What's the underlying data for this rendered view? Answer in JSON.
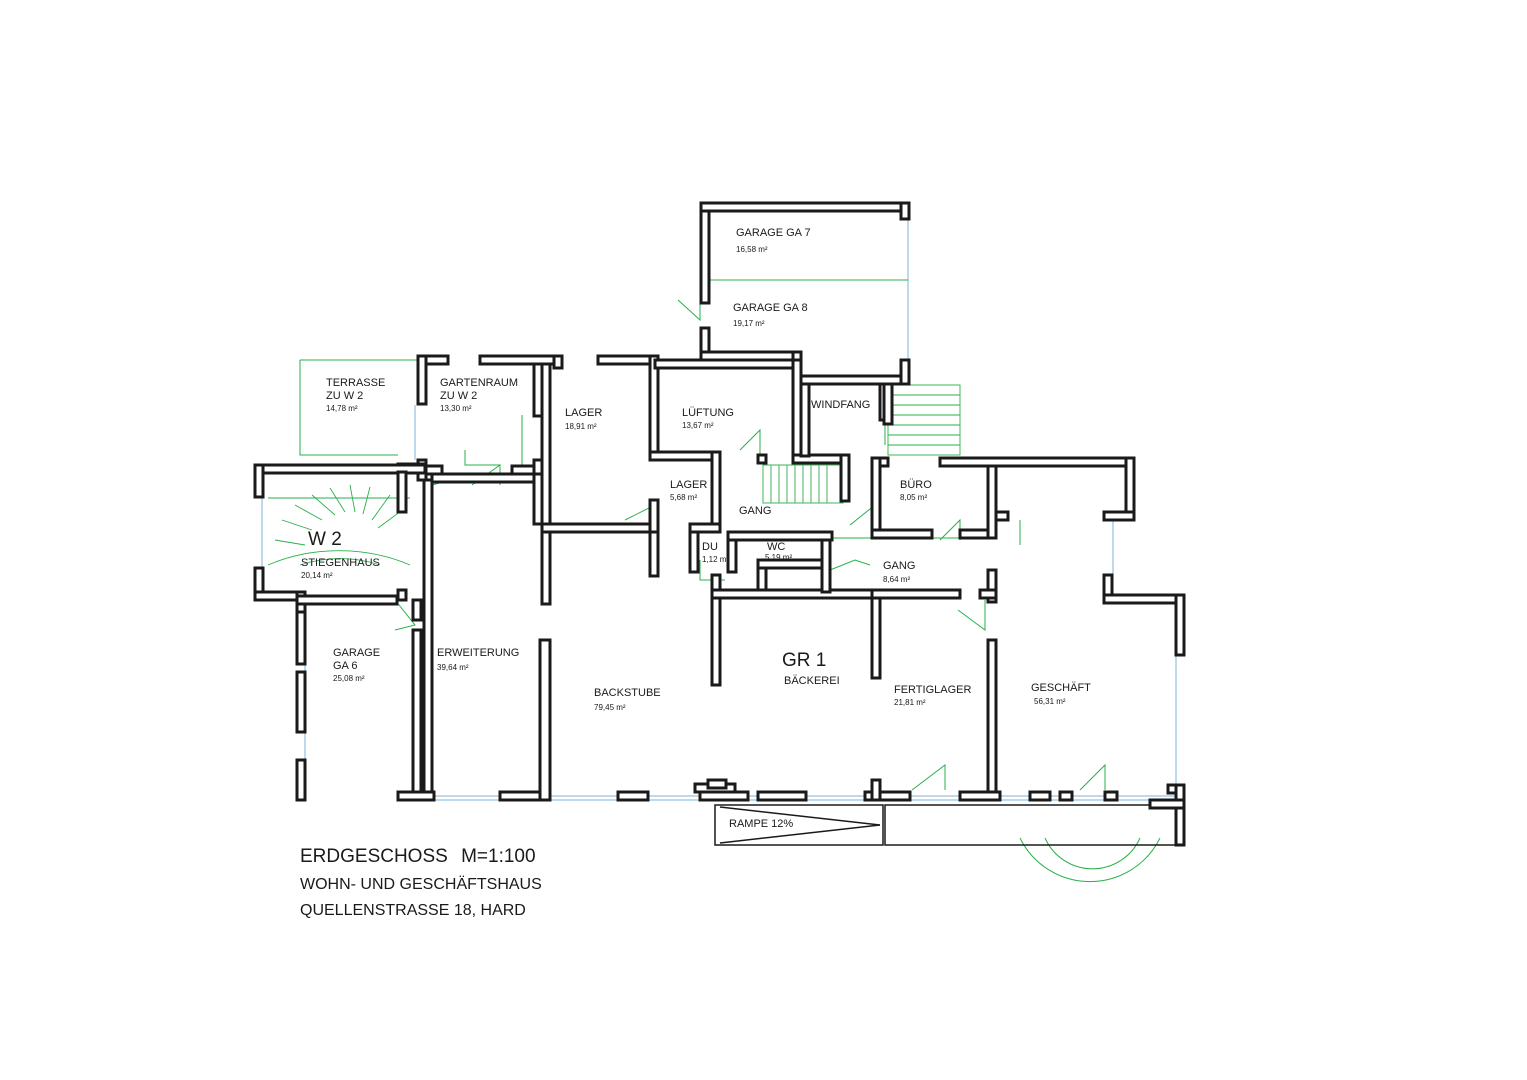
{
  "title": {
    "heading": "ERDGESCHOSS",
    "scale": "M=1:100",
    "line2": "WOHN- UND GESCHÄFTSHAUS",
    "line3": "QUELLENSTRASSE 18, HARD"
  },
  "units": {
    "w2": {
      "code": "W 2",
      "name": "STIEGENHAUS",
      "area": "20,14 m²"
    },
    "gr1": {
      "code": "GR 1",
      "name": "BÄCKEREI"
    }
  },
  "rooms": {
    "garage_ga7": {
      "name": "GARAGE GA 7",
      "area": "16,58 m²"
    },
    "garage_ga8": {
      "name": "GARAGE GA 8",
      "area": "19,17 m²"
    },
    "terrasse": {
      "name_line1": "TERRASSE",
      "name_line2": "ZU W 2",
      "area": "14,78 m²"
    },
    "gartenraum": {
      "name_line1": "GARTENRAUM",
      "name_line2": "ZU W 2",
      "area": "13,30 m²"
    },
    "lager_1": {
      "name": "LAGER",
      "area": "18,91 m²"
    },
    "lueftung": {
      "name": "LÜFTUNG",
      "area": "13,67 m²"
    },
    "windfang": {
      "name": "WINDFANG"
    },
    "lager_2": {
      "name": "LAGER",
      "area": "5,68 m²"
    },
    "gang_1": {
      "name": "GANG"
    },
    "buero": {
      "name": "BÜRO",
      "area": "8,05 m²"
    },
    "du": {
      "name": "DU",
      "area": "1,12 m²"
    },
    "wc": {
      "name": "WC",
      "area": "5,19 m²"
    },
    "gang_2": {
      "name": "GANG",
      "area": "8,64 m²"
    },
    "garage_ga6": {
      "name_line1": "GARAGE",
      "name_line2": "GA 6",
      "area": "25,08 m²"
    },
    "erweiterung": {
      "name": "ERWEITERUNG",
      "area": "39,64 m²"
    },
    "backstube": {
      "name": "BACKSTUBE",
      "area": "79,45 m²"
    },
    "fertiglager": {
      "name": "FERTIGLAGER",
      "area": "21,81 m²"
    },
    "geschaeft": {
      "name": "GESCHÄFT",
      "area": "56,31 m²"
    },
    "rampe": {
      "name": "RAMPE 12%"
    }
  },
  "colors": {
    "wall": "#1a1a1a",
    "door": "#27b04a",
    "window": "#7fb3d8"
  }
}
